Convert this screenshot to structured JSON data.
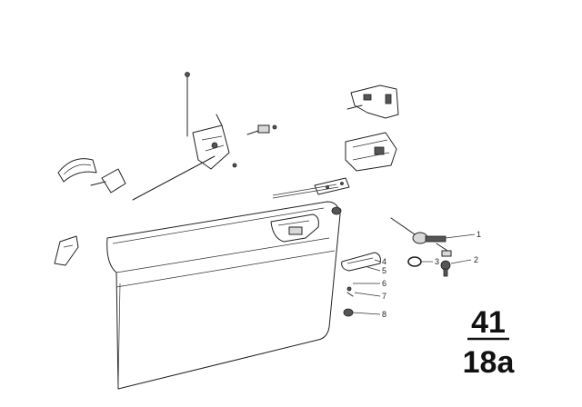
{
  "diagram": {
    "callouts": [
      {
        "label": "1"
      },
      {
        "label": "2"
      },
      {
        "label": "3"
      },
      {
        "label": "4"
      },
      {
        "label": "5"
      },
      {
        "label": "6"
      },
      {
        "label": "7"
      },
      {
        "label": "8"
      }
    ],
    "reference": {
      "group": "41",
      "page": "18a"
    }
  }
}
